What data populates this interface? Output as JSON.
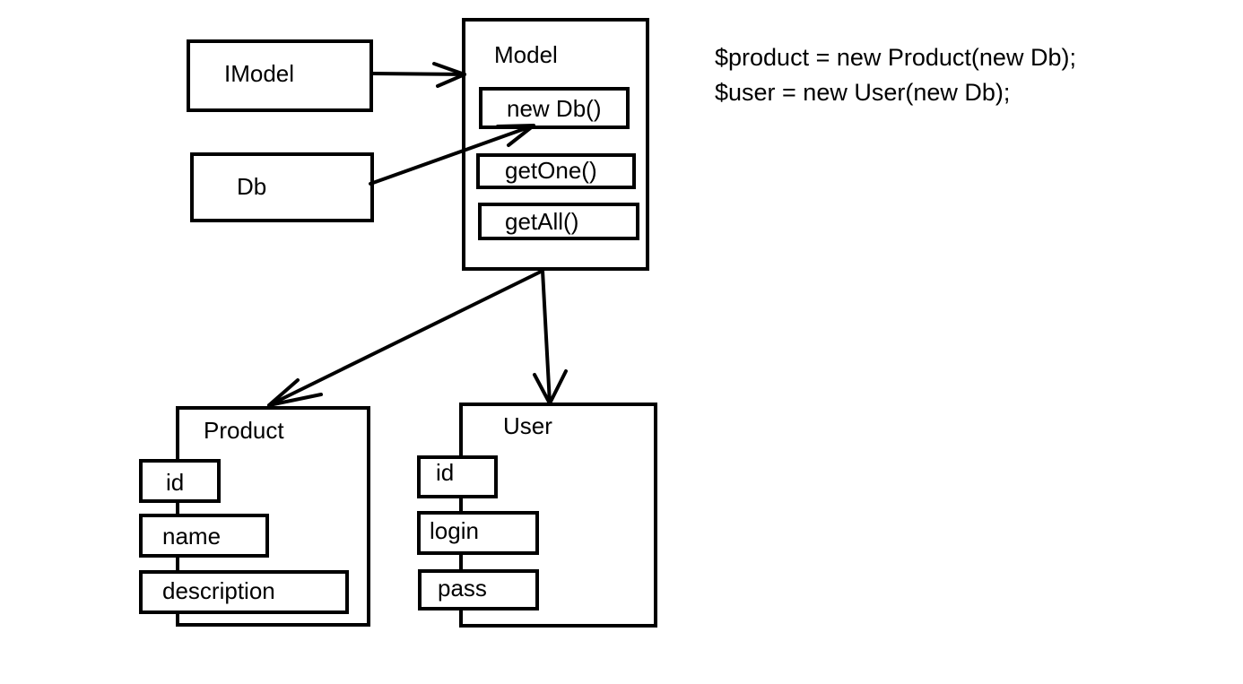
{
  "boxes": {
    "imodel": "IModel",
    "db": "Db",
    "model": {
      "title": "Model",
      "methods": [
        "new Db()",
        "getOne()",
        "getAll()"
      ]
    },
    "product": {
      "title": "Product",
      "fields": [
        "id",
        "name",
        "description"
      ]
    },
    "user": {
      "title": "User",
      "fields": [
        "id",
        "login",
        "pass"
      ]
    }
  },
  "code": [
    "$product = new Product(new Db);",
    "$user = new User(new Db);"
  ]
}
